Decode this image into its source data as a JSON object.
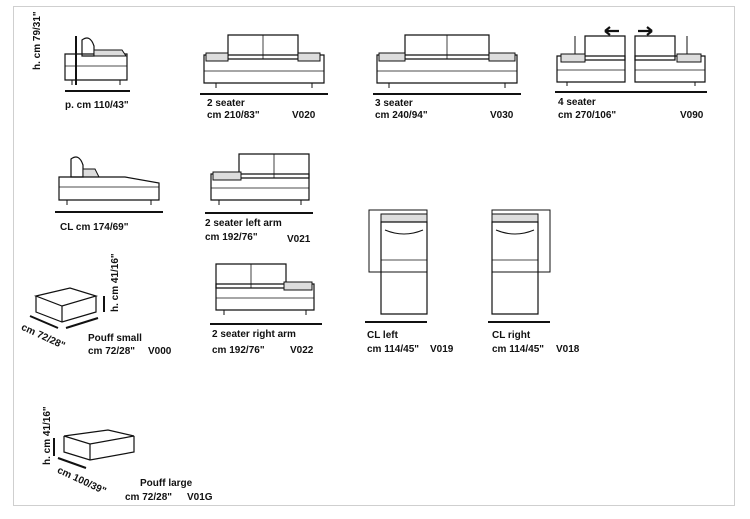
{
  "catalog": {
    "single": {
      "height": "h. cm 79/31\"",
      "depth": "p. cm 110/43\""
    },
    "two_seater": {
      "name": "2 seater",
      "size": "cm 210/83\"",
      "code": "V020"
    },
    "three_seater": {
      "name": "3 seater",
      "size": "cm 240/94\"",
      "code": "V030"
    },
    "four_seater": {
      "name": "4 seater",
      "size": "cm 270/106\"",
      "code": "V090"
    },
    "chaise_longue": {
      "label": "CL cm 174/69\""
    },
    "two_seater_left_arm": {
      "name": "2 seater  left arm",
      "size": "cm 192/76\"",
      "code": "V021"
    },
    "two_seater_right_arm": {
      "name": "2 seater  right arm",
      "size": "cm 192/76\"",
      "code": "V022"
    },
    "cl_left": {
      "name": "CL left",
      "size": "cm 114/45\"",
      "code": "V019"
    },
    "cl_right": {
      "name": "CL right",
      "size": "cm 114/45\"",
      "code": "V018"
    },
    "pouff_small": {
      "height": "h. cm 41/16\"",
      "depth": "cm 72/28\"",
      "name": "Pouff small",
      "size": "cm 72/28\"",
      "code": "V000"
    },
    "pouff_large": {
      "height": "h. cm 41/16\"",
      "depth": "cm 100/39\"",
      "name": "Pouff large",
      "size": "cm 72/28\"",
      "code": "V01G"
    }
  }
}
